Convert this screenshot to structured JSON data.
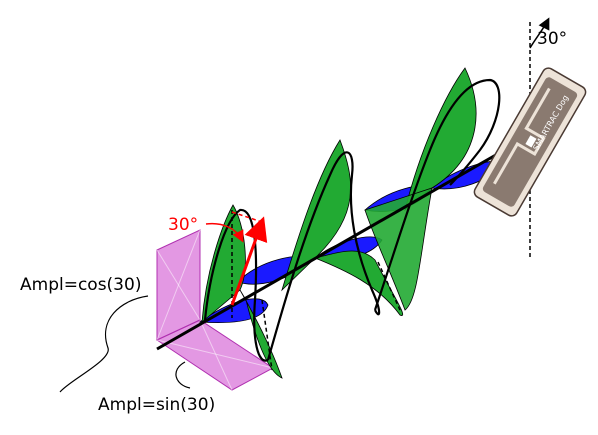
{
  "labels": {
    "tilt_angle": "30°",
    "polarization_angle": "30°",
    "amplitude_cos": "Ampl=cos(30)",
    "amplitude_sin": "Ampl=sin(30)",
    "tag_text": "SMARTRAC Dog"
  },
  "colors": {
    "vertical_component": "#22aa33",
    "horizontal_component": "#1a1aff",
    "resultant_vector": "#ff0000",
    "projection_planes": "#cc44cc",
    "rfid_tag_body": "#ede3d8",
    "rfid_antenna": "#8a7a70",
    "axis": "#000000"
  },
  "icons": {
    "rfid_tag": "rfid-tag-icon"
  }
}
